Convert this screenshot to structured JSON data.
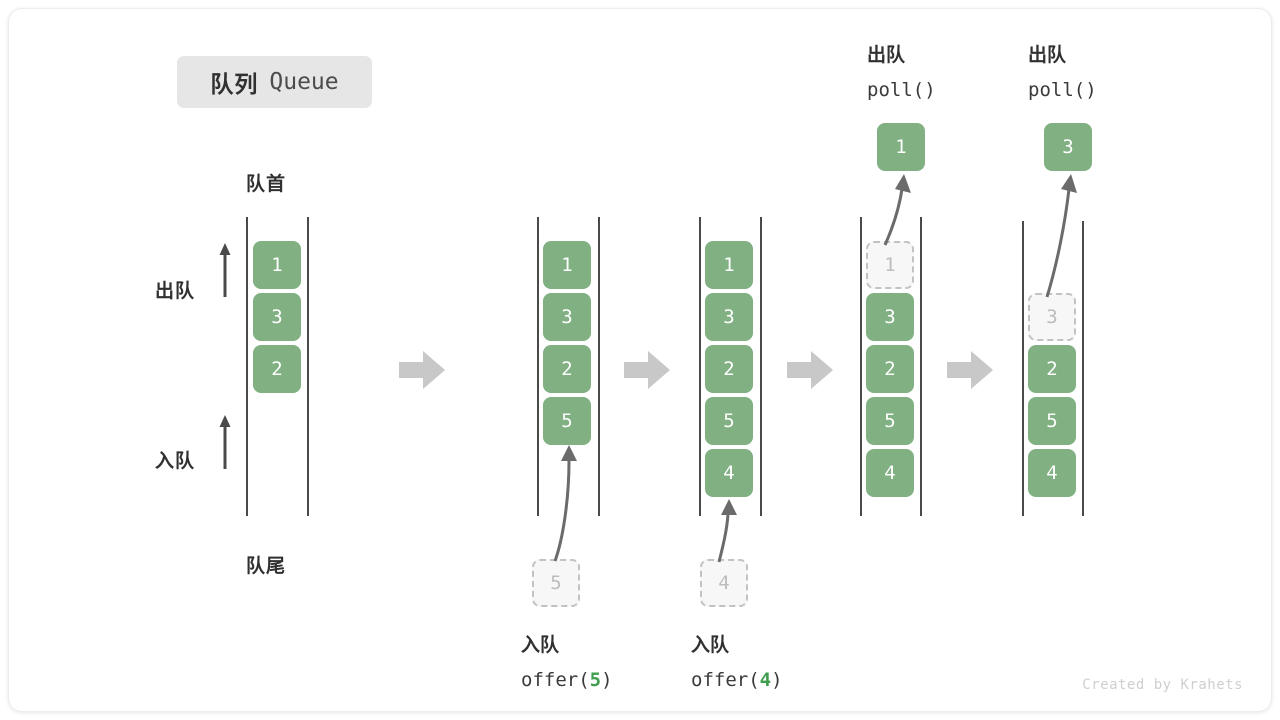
{
  "title": {
    "cn": "队列",
    "en": "Queue"
  },
  "labels": {
    "front": "队首",
    "rear": "队尾",
    "dequeue": "出队",
    "enqueue": "入队"
  },
  "watermark": "Created by Krahets",
  "colors": {
    "node_green": "#81b183",
    "arg_green": "#3f9e4d",
    "rail_gray": "#4a4a4a",
    "ghost_gray": "#c2c2c2",
    "big_arrow_gray": "#c8c8c8",
    "badge_bg": "#e6e6e6"
  },
  "stages": [
    {
      "id": "initial",
      "op_cn": "",
      "op_call": "",
      "items": [
        "1",
        "3",
        "2"
      ],
      "ghost_index": null,
      "ghost_value": "",
      "popped": ""
    },
    {
      "id": "offer-5",
      "op_cn": "入队",
      "op_fn": "offer(",
      "op_arg": "5",
      "op_close": ")",
      "items": [
        "1",
        "3",
        "2",
        "5"
      ],
      "incoming": "5",
      "popped": ""
    },
    {
      "id": "offer-4",
      "op_cn": "入队",
      "op_fn": "offer(",
      "op_arg": "4",
      "op_close": ")",
      "items": [
        "1",
        "3",
        "2",
        "5",
        "4"
      ],
      "incoming": "4",
      "popped": ""
    },
    {
      "id": "poll-1",
      "op_cn": "出队",
      "op_fn": "poll(",
      "op_arg": "",
      "op_close": ")",
      "items": [
        "1",
        "3",
        "2",
        "5",
        "4"
      ],
      "ghost_index": 0,
      "ghost_value": "1",
      "popped": "1"
    },
    {
      "id": "poll-3",
      "op_cn": "出队",
      "op_fn": "poll(",
      "op_arg": "",
      "op_close": ")",
      "items": [
        "3",
        "2",
        "5",
        "4"
      ],
      "ghost_index": 0,
      "ghost_value": "3",
      "popped": "3"
    }
  ]
}
